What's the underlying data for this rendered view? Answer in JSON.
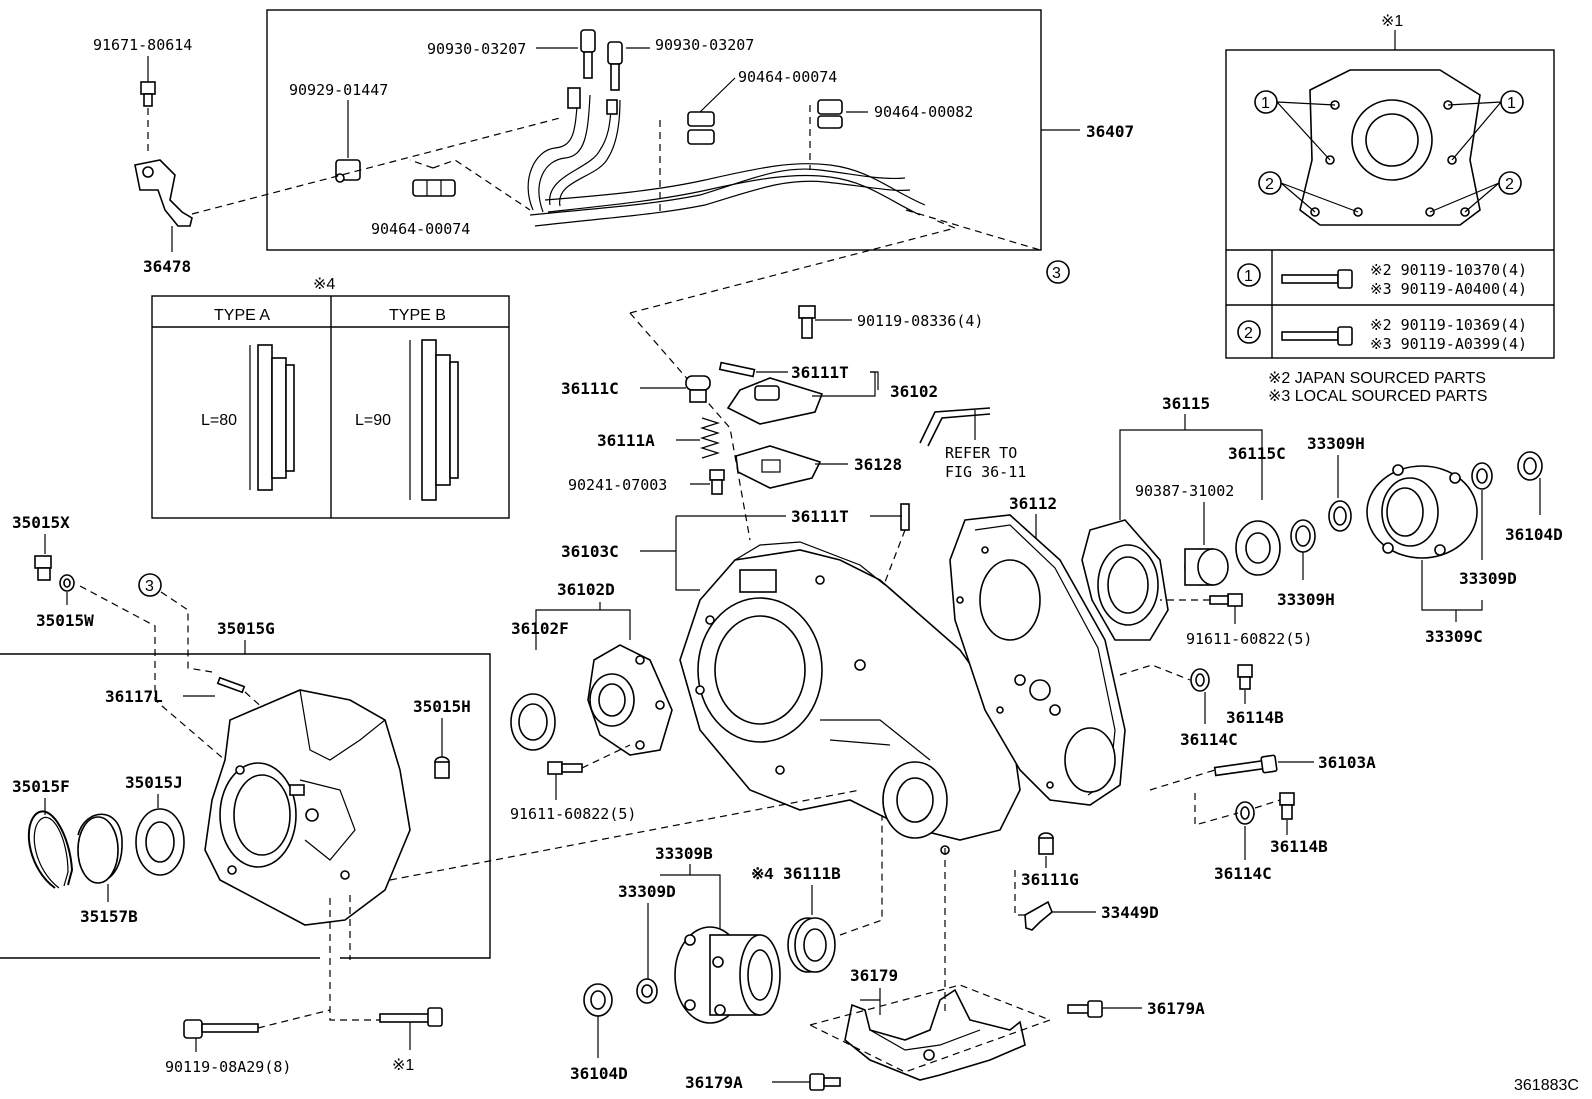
{
  "diagram_id": "361883C",
  "labels": {
    "l_91671_80614": "91671-80614",
    "l_36478": "36478",
    "l_90930_03207_a": "90930-03207",
    "l_90930_03207_b": "90930-03207",
    "l_90929_01447": "90929-01447",
    "l_90464_00074_a": "90464-00074",
    "l_90464_00082": "90464-00082",
    "l_90464_00074_b": "90464-00074",
    "l_36407": "36407",
    "l_90119_08336": "90119-08336(4)",
    "l_36111C": "36111C",
    "l_36111T_a": "36111T",
    "l_36102": "36102",
    "l_36111A": "36111A",
    "l_36128": "36128",
    "l_90241_07003": "90241-07003",
    "l_refer_1": "REFER TO",
    "l_refer_2": "FIG 36-11",
    "l_36111T_b": "36111T",
    "l_36103C": "36103C",
    "l_36102D": "36102D",
    "l_36102F": "36102F",
    "l_91611_60822_a": "91611-60822(5)",
    "l_36112": "36112",
    "l_36115": "36115",
    "l_36115C": "36115C",
    "l_90387_31002": "90387-31002",
    "l_33309H_a": "33309H",
    "l_33309H_b": "33309H",
    "l_36104D_a": "36104D",
    "l_33309D_a": "33309D",
    "l_33309C": "33309C",
    "l_91611_60822_b": "91611-60822(5)",
    "l_36114B_a": "36114B",
    "l_36114C_a": "36114C",
    "l_36103A": "36103A",
    "l_36114B_b": "36114B",
    "l_36114C_b": "36114C",
    "l_36111G": "36111G",
    "l_33449D": "33449D",
    "l_33309B": "33309B",
    "l_33309D_b": "33309D",
    "l_36111B": "36111B",
    "l_36179": "36179",
    "l_36179A_a": "36179A",
    "l_36179A_b": "36179A",
    "l_36104D_b": "36104D",
    "l_35015X": "35015X",
    "l_35015W": "35015W",
    "l_35015G": "35015G",
    "l_36117L": "36117L",
    "l_35015H": "35015H",
    "l_35015F": "35015F",
    "l_35015J": "35015J",
    "l_35157B": "35157B",
    "l_90119_08A29": "90119-08A29(8)",
    "l_ref1_bottom": "1"
  },
  "type_table": {
    "note_mark": "4",
    "type_a": "TYPE A",
    "type_b": "TYPE B",
    "len_a": "L=80",
    "len_b": "L=90"
  },
  "inset": {
    "note_mark": "1",
    "row1_id": "1",
    "row2_id": "2",
    "row1_part_japan": "2 90119-10370(4)",
    "row1_part_local": "3 90119-A0400(4)",
    "row2_part_japan": "2 90119-10369(4)",
    "row2_part_local": "3 90119-A0399(4)",
    "footnote_japan": "2 JAPAN SOURCED PARTS",
    "footnote_local": "3 LOCAL SOURCED PARTS"
  },
  "callouts": {
    "c3_top": "3",
    "c3_left": "3",
    "c1_left": "1",
    "c1_right": "1",
    "c2_left": "2",
    "c2_right": "2",
    "mark_36111B": "4"
  }
}
